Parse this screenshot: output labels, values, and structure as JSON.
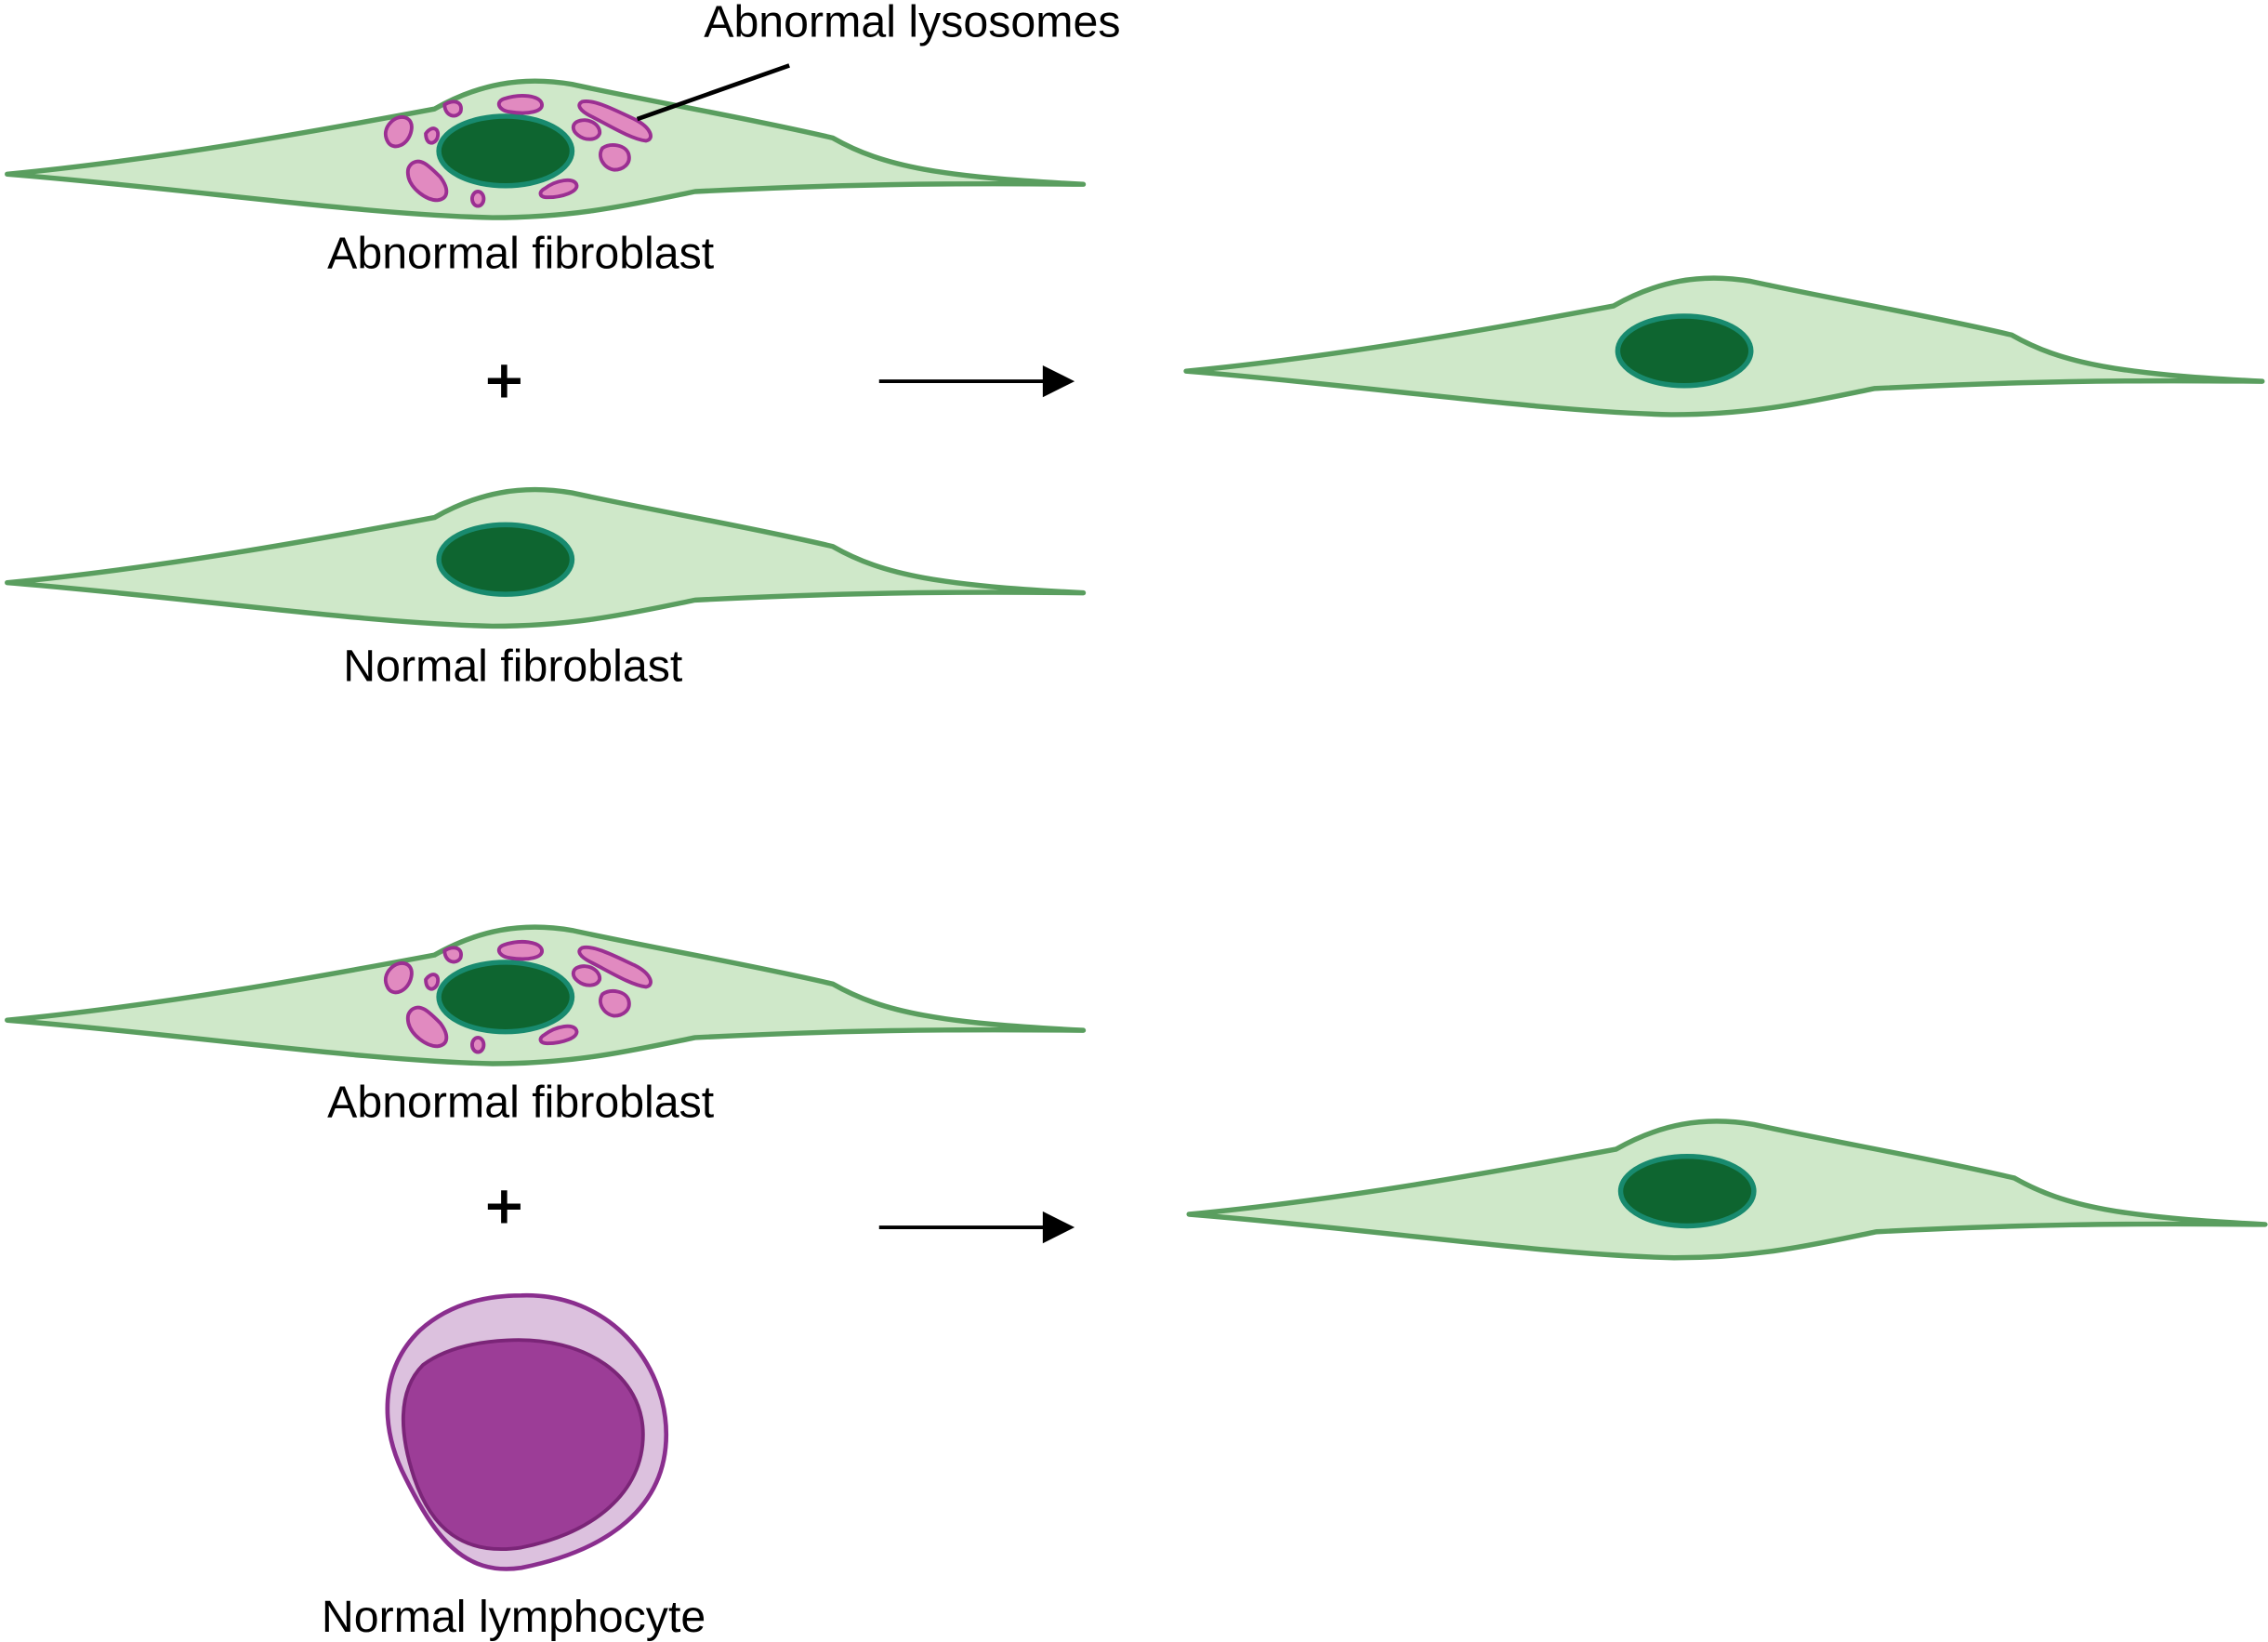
{
  "figure": {
    "labels": {
      "abnormal_lysosomes": "Abnormal lysosomes",
      "abnormal_fibroblast_top": "Abnormal fibroblast",
      "normal_fibroblast": "Normal fibroblast",
      "abnormal_fibroblast_bottom": "Abnormal fibroblast",
      "normal_lymphocyte": "Normal lymphocyte"
    },
    "operators": {
      "plus_top": "+",
      "plus_bottom": "+"
    },
    "colors": {
      "cytoplasm": "#cfe8c9",
      "cell_outline": "#5a9e5f",
      "nucleus": "#0e6530",
      "lysosome_fill": "#e18ac0",
      "lysosome_outline": "#9b2f92",
      "lymphocyte_cytoplasm": "#dcc1de",
      "lymphocyte_nucleus": "#9c3d97"
    }
  }
}
